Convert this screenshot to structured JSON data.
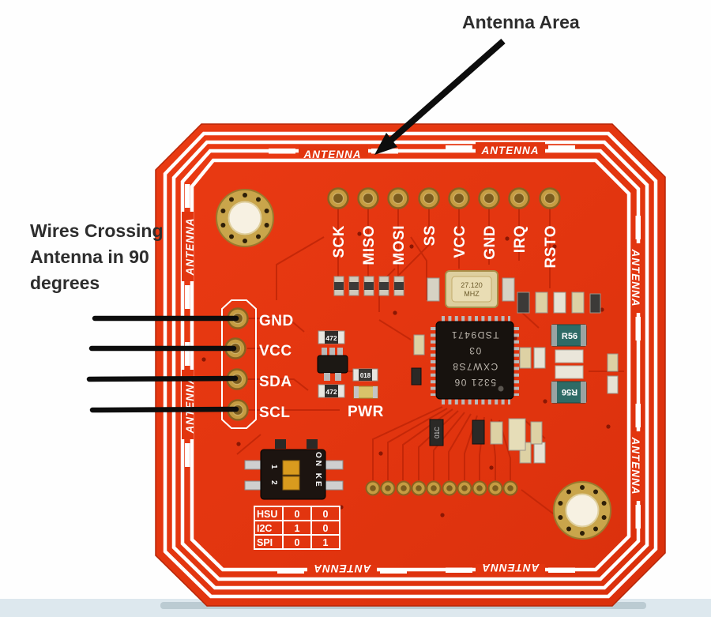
{
  "annotations": {
    "antenna_area": "Antenna Area",
    "wires_line1": "Wires Crossing",
    "wires_line2": "Antenna in 90",
    "wires_line3": "degrees"
  },
  "silk": {
    "antenna": "ANTENNA",
    "pwr": "PWR",
    "top_pins": [
      "SCK",
      "MISO",
      "MOSI",
      "SS",
      "VCC",
      "GND",
      "IRQ",
      "RSTO"
    ],
    "left_pins": [
      "GND",
      "VCC",
      "SDA",
      "SCL"
    ]
  },
  "components": {
    "crystal": {
      "freq": "27.120",
      "unit": "MHZ"
    },
    "chip": {
      "line1": "5321 06",
      "line2": "CXW7S8",
      "line3": "03",
      "line4": "TSD9471"
    },
    "r56": "R56",
    "res472": "472",
    "c018": "018",
    "c01c": "01C",
    "dip": {
      "on_ke": "ON KE",
      "sw1": "1",
      "sw2": "2"
    }
  },
  "mode_table": {
    "rows": [
      {
        "label": "HSU",
        "v1": "0",
        "v2": "0"
      },
      {
        "label": "I2C",
        "v1": "1",
        "v2": "0"
      },
      {
        "label": "SPI",
        "v1": "0",
        "v2": "1"
      }
    ]
  },
  "colors": {
    "board_red": "#e2350f",
    "trace_dark_red": "#c32708",
    "gold": "#c59c42",
    "silk_white": "#ffffff",
    "inductor_teal": "#2e6b66"
  }
}
